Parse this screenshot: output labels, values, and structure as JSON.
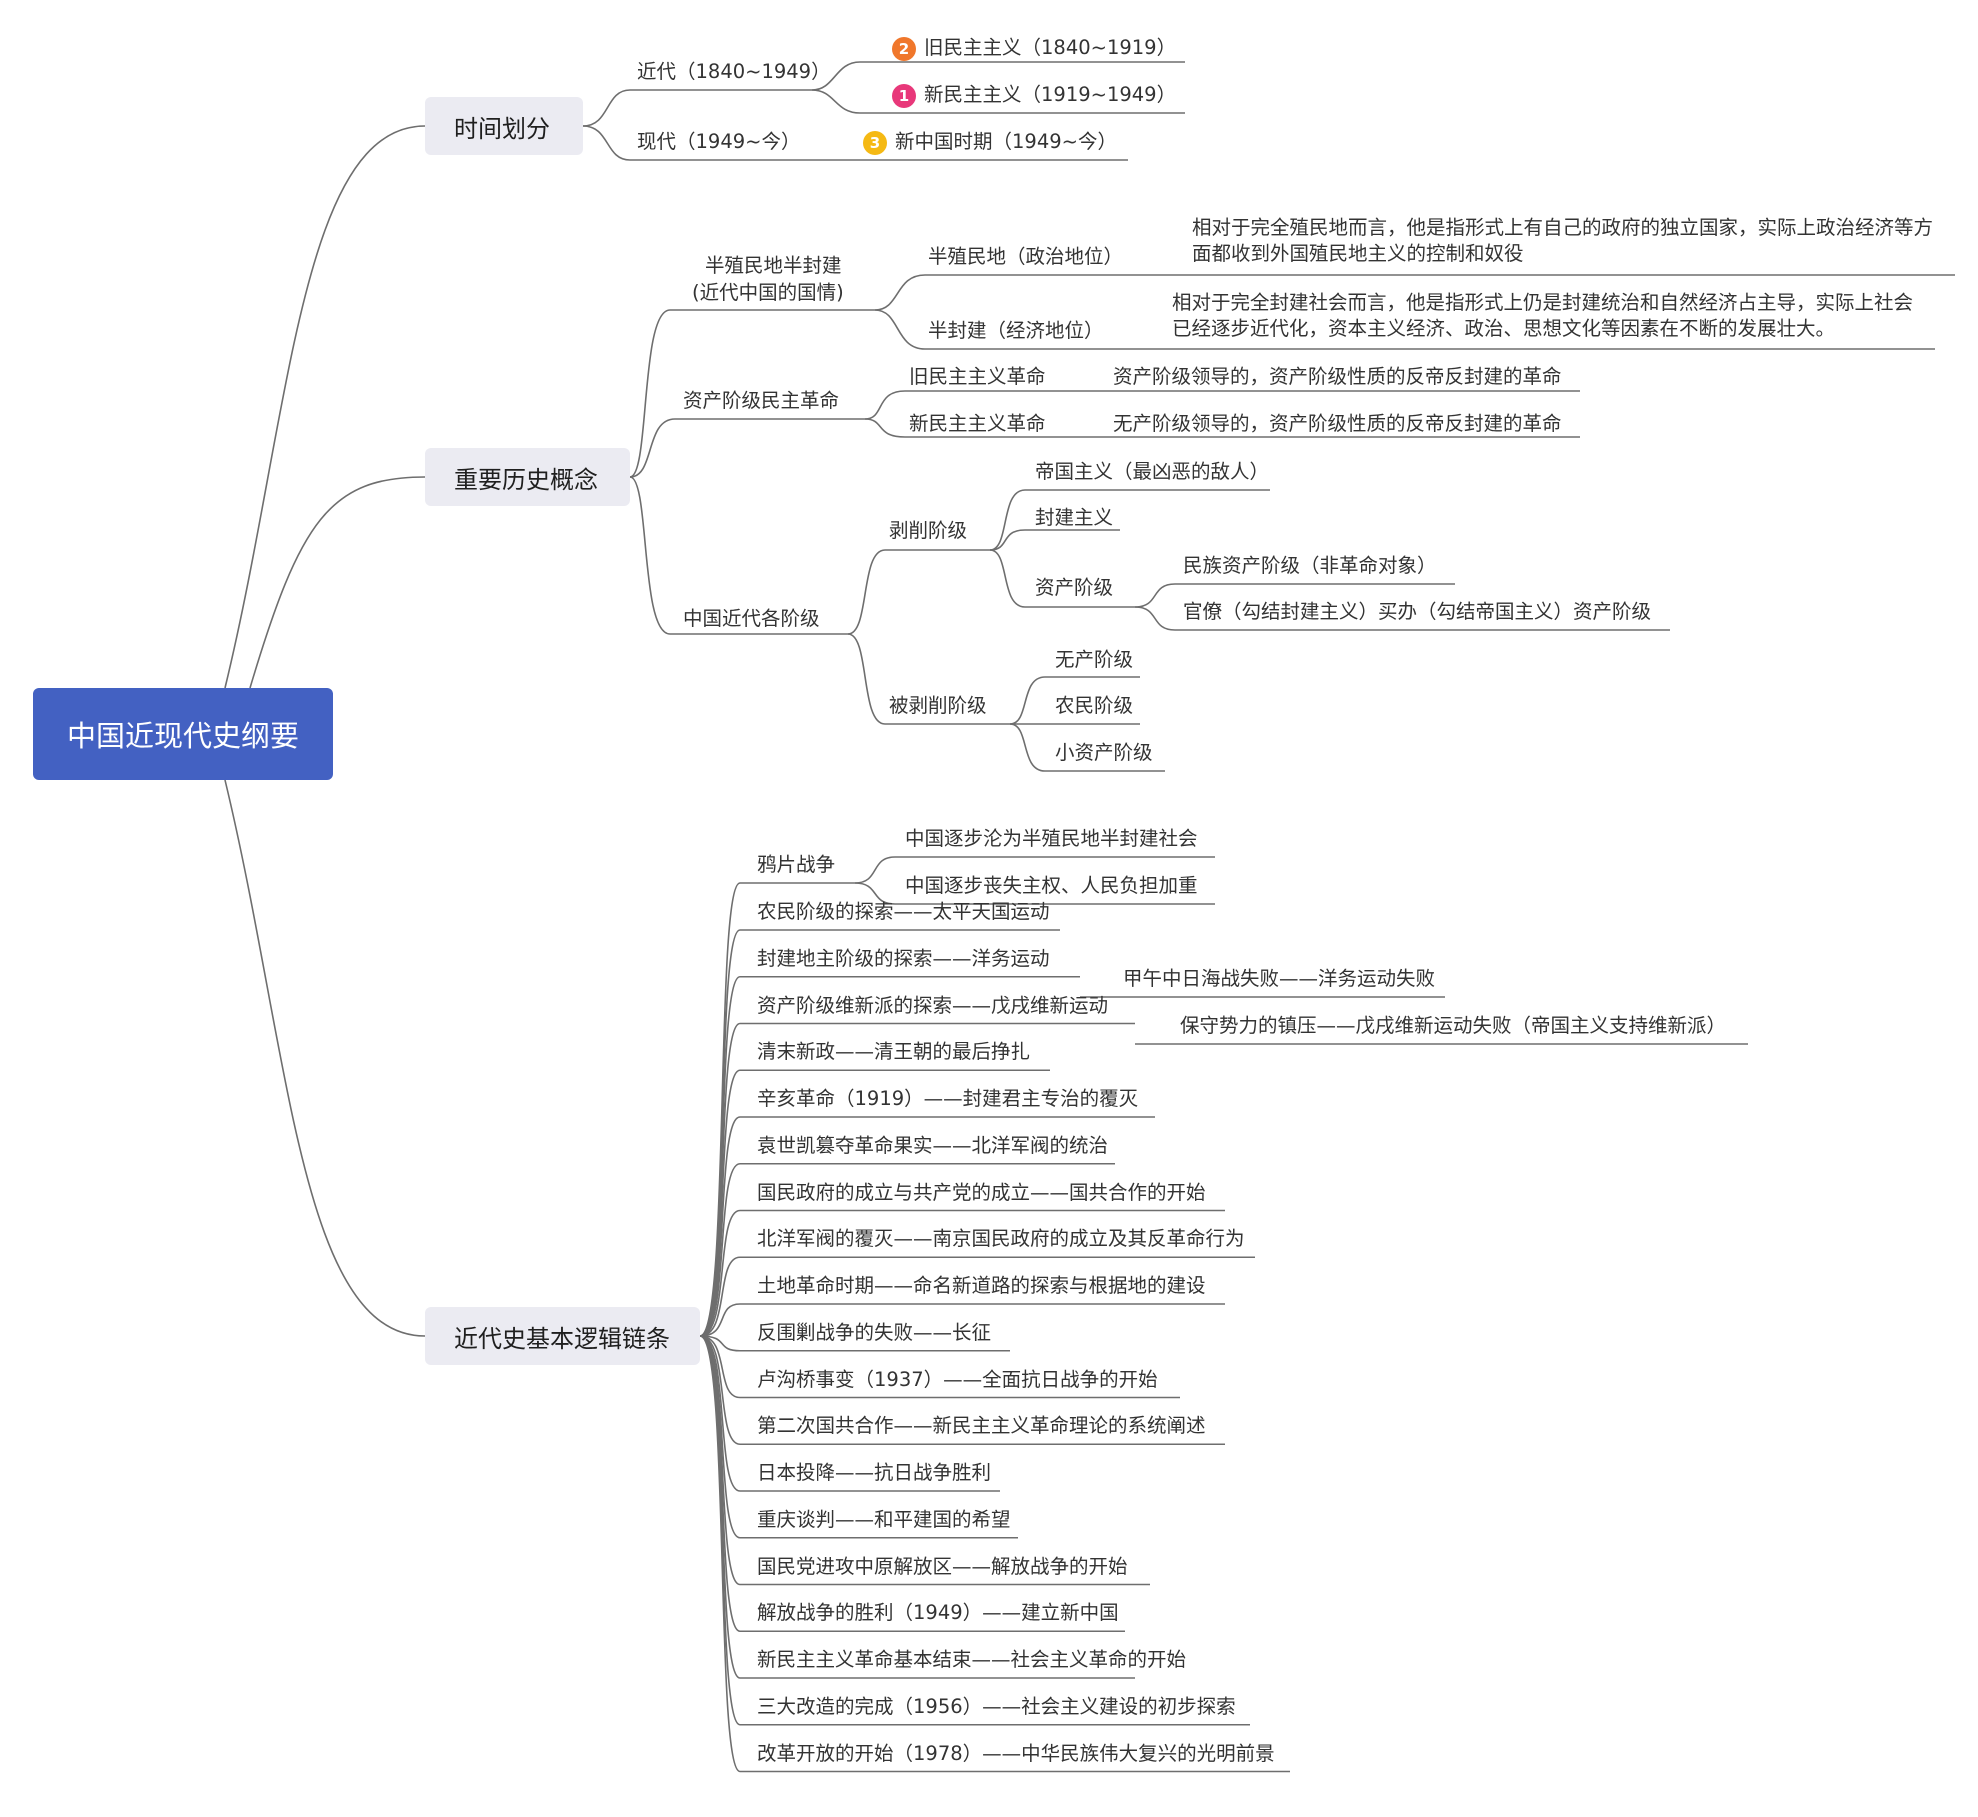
{
  "root": "中国近现代史纲要",
  "branch1": {
    "label": "时间划分",
    "modern": "近代（1840~1949）",
    "contemporary": "现代（1949~今）",
    "old_democratic": "旧民主主义（1840~1919）",
    "new_democratic": "新民主主义（1919~1949）",
    "new_china": "新中国时期（1949~今）",
    "badges": {
      "b1": "2",
      "b2": "1",
      "b3": "3"
    },
    "badge_colors": {
      "b1": "#f0772b",
      "b2": "#e8387a",
      "b3": "#f5b914"
    }
  },
  "branch2": {
    "label": "重要历史概念",
    "semi_line1": "半殖民地半封建",
    "semi_line2": "(近代中国的国情)",
    "semicolonial": "半殖民地（政治地位）",
    "semicolonial_desc": "相对于完全殖民地而言，他是指形式上有自己的政府的独立国家，实际上政治经济等方面都收到外国殖民地主义的控制和奴役",
    "semifeudal": "半封建（经济地位）",
    "semifeudal_desc": "相对于完全封建社会而言，他是指形式上仍是封建统治和自然经济占主导，实际上社会已经逐步近代化，资本主义经济、政治、思想文化等因素在不断的发展壮大。",
    "bourgeois_rev": "资产阶级民主革命",
    "old_rev": "旧民主主义革命",
    "old_rev_desc": "资产阶级领导的，资产阶级性质的反帝反封建的革命",
    "new_rev": "新民主主义革命",
    "new_rev_desc": "无产阶级领导的，资产阶级性质的反帝反封建的革命",
    "classes": "中国近代各阶级",
    "exploiting": "剥削阶级",
    "imperialism": "帝国主义（最凶恶的敌人）",
    "feudalism": "封建主义",
    "bourgeoisie": "资产阶级",
    "national_bourgeoisie": "民族资产阶级（非革命对象）",
    "bureaucratic": "官僚（勾结封建主义）买办（勾结帝国主义）资产阶级",
    "exploited": "被剥削阶级",
    "proletariat": "无产阶级",
    "peasants": "农民阶级",
    "petty": "小资产阶级"
  },
  "branch3": {
    "label": "近代史基本逻辑链条",
    "opium": "鸦片战争",
    "opium_c1": "中国逐步沦为半殖民地半封建社会",
    "opium_c2": "中国逐步丧失主权、人民负担加重",
    "items": [
      "农民阶级的探索——太平天国运动",
      "封建地主阶级的探索——洋务运动",
      "资产阶级维新派的探索——戊戌维新运动",
      "清末新政——清王朝的最后挣扎",
      "辛亥革命（1919）——封建君主专治的覆灭",
      "袁世凯篡夺革命果实——北洋军阀的统治",
      "国民政府的成立与共产党的成立——国共合作的开始",
      "北洋军阀的覆灭——南京国民政府的成立及其反革命行为",
      "土地革命时期——命名新道路的探索与根据地的建设",
      "反围剿战争的失败——长征",
      "卢沟桥事变（1937）——全面抗日战争的开始",
      "第二次国共合作——新民主主义革命理论的系统阐述",
      "日本投降——抗日战争胜利",
      "重庆谈判——和平建国的希望",
      "国民党进攻中原解放区——解放战争的开始",
      "解放战争的胜利（1949）——建立新中国",
      "新民主主义革命基本结束——社会主义革命的开始",
      "三大改造的完成（1956）——社会主义建设的初步探索",
      "改革开放的开始（1978）——中华民族伟大复兴的光明前景"
    ],
    "yangwu_child": "甲午中日海战失败——洋务运动失败",
    "wuxu_child": "保守势力的镇压——戊戌维新运动失败（帝国主义支持维新派）"
  }
}
